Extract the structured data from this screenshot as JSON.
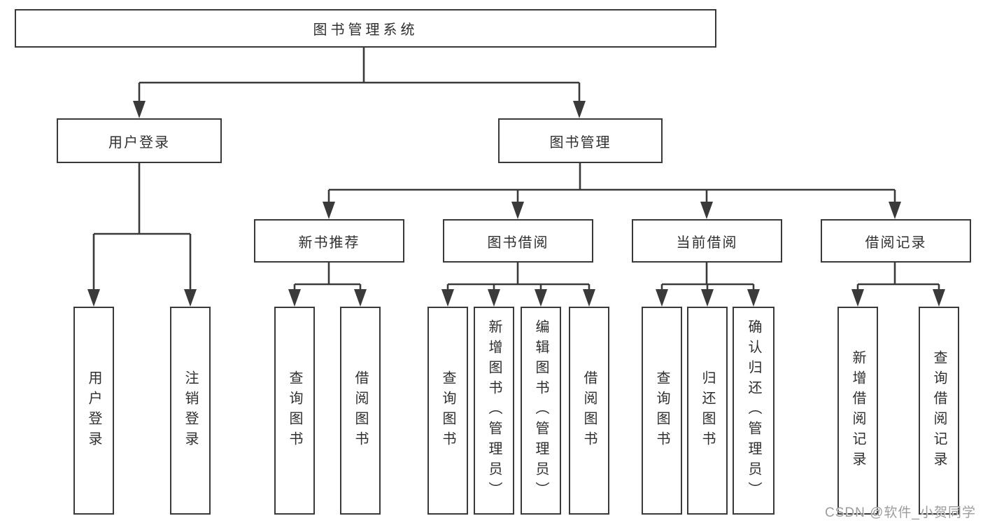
{
  "diagram_type": "tree-structure-chart",
  "tree": {
    "label": "图书管理系统",
    "children": [
      {
        "label": "用户登录",
        "children": [
          {
            "label": "用户登录"
          },
          {
            "label": "注销登录"
          }
        ]
      },
      {
        "label": "图书管理",
        "children": [
          {
            "label": "新书推荐",
            "children": [
              {
                "label": "查询图书"
              },
              {
                "label": "借阅图书"
              }
            ]
          },
          {
            "label": "图书借阅",
            "children": [
              {
                "label": "查询图书"
              },
              {
                "label": "新增图书（管理员）"
              },
              {
                "label": "编辑图书（管理员）"
              },
              {
                "label": "借阅图书"
              }
            ]
          },
          {
            "label": "当前借阅",
            "children": [
              {
                "label": "查询图书"
              },
              {
                "label": "归还图书"
              },
              {
                "label": "确认归还（管理员）"
              }
            ]
          },
          {
            "label": "借阅记录",
            "children": [
              {
                "label": "新增借阅记录"
              },
              {
                "label": "查询借阅记录"
              }
            ]
          }
        ]
      }
    ]
  },
  "watermark": {
    "text": "CSDN @软件_小贺同学"
  },
  "colors": {
    "line": "#3a3a3a",
    "box_border": "#3a3a3a",
    "text": "#2f2f2f",
    "watermark": "#9c9c9c",
    "background": "#ffffff"
  }
}
